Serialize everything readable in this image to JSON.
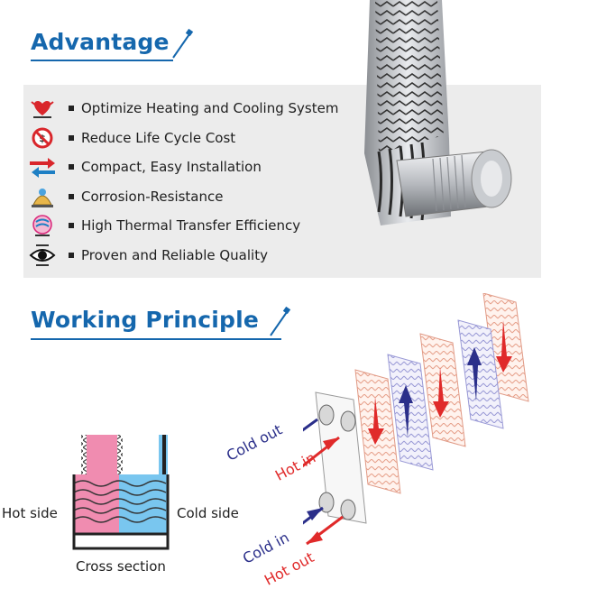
{
  "advantage": {
    "title": "Advantage",
    "items": [
      {
        "icon": "heating-cooling-icon",
        "label": "Optimize Heating and Cooling System"
      },
      {
        "icon": "no-cost-icon",
        "label": "Reduce Life Cycle Cost"
      },
      {
        "icon": "compact-arrows-icon",
        "label": "Compact, Easy Installation"
      },
      {
        "icon": "corrosion-shield-icon",
        "label": "Corrosion-Resistance"
      },
      {
        "icon": "thermal-transfer-icon",
        "label": "High Thermal Transfer Efficiency"
      },
      {
        "icon": "quality-eye-icon",
        "label": "Proven and Reliable Quality"
      }
    ]
  },
  "working_principle": {
    "title": "Working Principle",
    "cross_section": {
      "hot_label": "Hot side",
      "cold_label": "Cold side",
      "caption": "Cross section"
    },
    "flows": {
      "cold_out": "Cold out",
      "hot_in": "Hot in",
      "cold_in": "Cold in",
      "hot_out": "Hot out"
    }
  },
  "colors": {
    "accent": "#1567ad",
    "hot": "#e02a2a",
    "cold": "#2b2f8a",
    "hot_fill": "#f08cb0",
    "cold_fill": "#79c6ef"
  }
}
